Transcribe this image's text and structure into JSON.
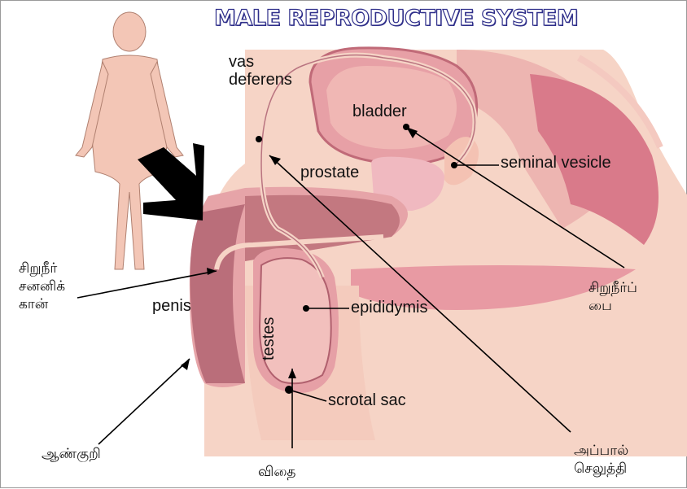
{
  "title": "MALE REPRODUCTIVE SYSTEM",
  "labels_en": {
    "vas_deferens": "vas\ndeferens",
    "bladder": "bladder",
    "prostate": "prostate",
    "seminal_vesicle": "seminal vesicle",
    "penis": "penis",
    "epididymis": "epididymis",
    "testes": "testes",
    "scrotal_sac": "scrotal sac"
  },
  "labels_ta": {
    "urethra": "சிறுநீர்\nசனனிக்\nகான்",
    "bladder": "சிறுநீர்ப்\nபை",
    "penis": "ஆண்குறி",
    "testes": "விதை",
    "vas_deferens": "அப்பால்\nசெலுத்தி"
  }
}
